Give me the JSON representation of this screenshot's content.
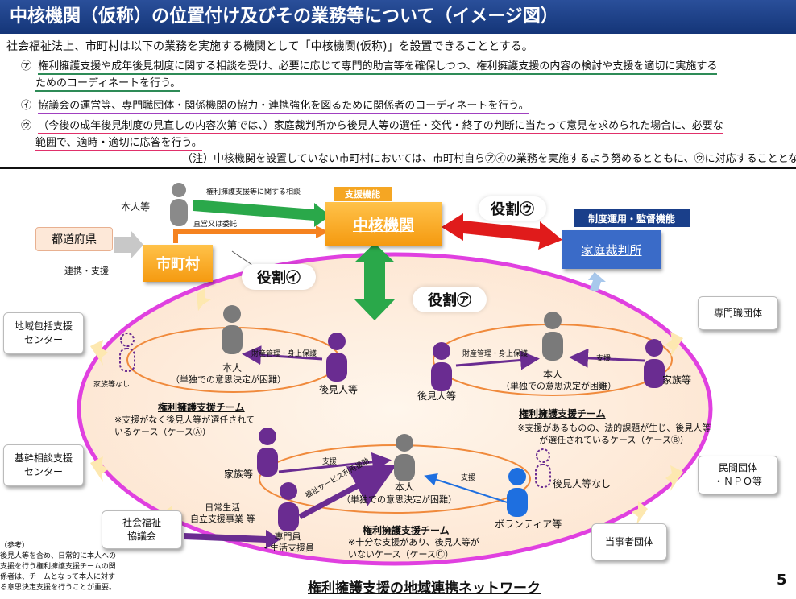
{
  "title": "中核機関（仮称）の位置付け及びその業務等について（イメージ図）",
  "intro": "社会福祉法上、市町村は以下の業務を実施する機関として「中核機関(仮称)」を設置できることとする。",
  "items": [
    {
      "mark": "㋐",
      "l1": "権利擁護支援や成年後見制度に関する相談を受け、必要に応じて専門的助言等を確保しつつ、権利擁護支援の内容の検討や支援を適切に実施する",
      "l2": "ためのコーディネートを行う。",
      "color": "#2e8b57"
    },
    {
      "mark": "㋑",
      "l1": "協議会の運営等、専門職団体・関係機関の協力・連携強化を図るために関係者のコーディネートを行う。",
      "color": "#a040c0"
    },
    {
      "mark": "㋒",
      "l1": "（今後の成年後見制度の見直しの内容次第では、）家庭裁判所から後見人等の選任・交代・終了の判断に当たって意見を求められた場合に、必要な",
      "l2": "範囲で、適時・適切に応答を行う。",
      "color": "#e0306a"
    }
  ],
  "note": "（注）中核機関を設置していない市町村においては、市町村自ら㋐㋑の業務を実施するよう努めるとともに、㋒に対応することとなる。",
  "diagram": {
    "honnin_top": "本人等",
    "arrow_consult": "権利擁護支援等に関する相談",
    "arrow_direct": "直営又は委託",
    "support_tag": "支援機能",
    "core": "中核機関",
    "role_u": "役割㋒",
    "role_i": "役割㋑",
    "role_a": "役割㋐",
    "court_tag": "制度運用・監督機能",
    "court": "家庭裁判所",
    "prefecture": "都道府県",
    "coop": "連携・支援",
    "city": "市町村",
    "orgs": {
      "chiiki": "地域包括支援\nセンター",
      "kikan": "基幹相談支援\nセンター",
      "senmon": "専門職団体",
      "minkan": "民間団体\n・ＮＰＯ等",
      "toujisha": "当事者団体",
      "shakyo": "社会福祉\n協議会"
    },
    "teamA": {
      "family_none": "家族等なし",
      "money": "財産管理・身上保護",
      "person": "本人",
      "person_sub": "（単独での意思決定が困難）",
      "guardian": "後見人等",
      "team": "権利擁護支援チーム",
      "case": "※支援がなく後見人等が選任されて\nいるケース（ケースⒶ）"
    },
    "teamB": {
      "guardian": "後見人等",
      "money": "財産管理・身上保護",
      "person": "本人",
      "person_sub": "（単独での意思決定が困難）",
      "support": "支援",
      "family": "家族等",
      "team": "権利擁護支援チーム",
      "case": "※支援があるものの、法的課題が生じ、後見人等\nが選任されているケース（ケースⒷ）"
    },
    "teamC": {
      "family": "家族等",
      "support1": "支援",
      "person": "本人",
      "person_sub": "（単独での意思決定が困難）",
      "support2": "支援",
      "no_guardian": "後見人等なし",
      "welfare": "福祉サービス利用援助",
      "daily": "日常生活\n自立支援事業 等",
      "staff": "専門員\n・生活支援員",
      "volunteer": "ボランティア等",
      "team": "権利擁護支援チーム",
      "case": "※十分な支援があり、後見人等が\nいないケース（ケースⒸ）"
    },
    "reference": "（参考）\n後見人等を含め、日常的に本人への\n支援を行う権利擁護支援チームの関\n係者は、チームとなって本人に対す\nる意思決定支援を行うことが重要。",
    "network": "権利擁護支援の地域連携ネットワーク",
    "page": "5"
  },
  "colors": {
    "navy": "#1a3f8a",
    "orange": "#f5a623",
    "magenta": "#e040e0",
    "purple": "#6a2c91",
    "green": "#2aa84a",
    "red": "#e01b1b",
    "blue": "#1e6fe0",
    "court": "#3a6bc8"
  }
}
